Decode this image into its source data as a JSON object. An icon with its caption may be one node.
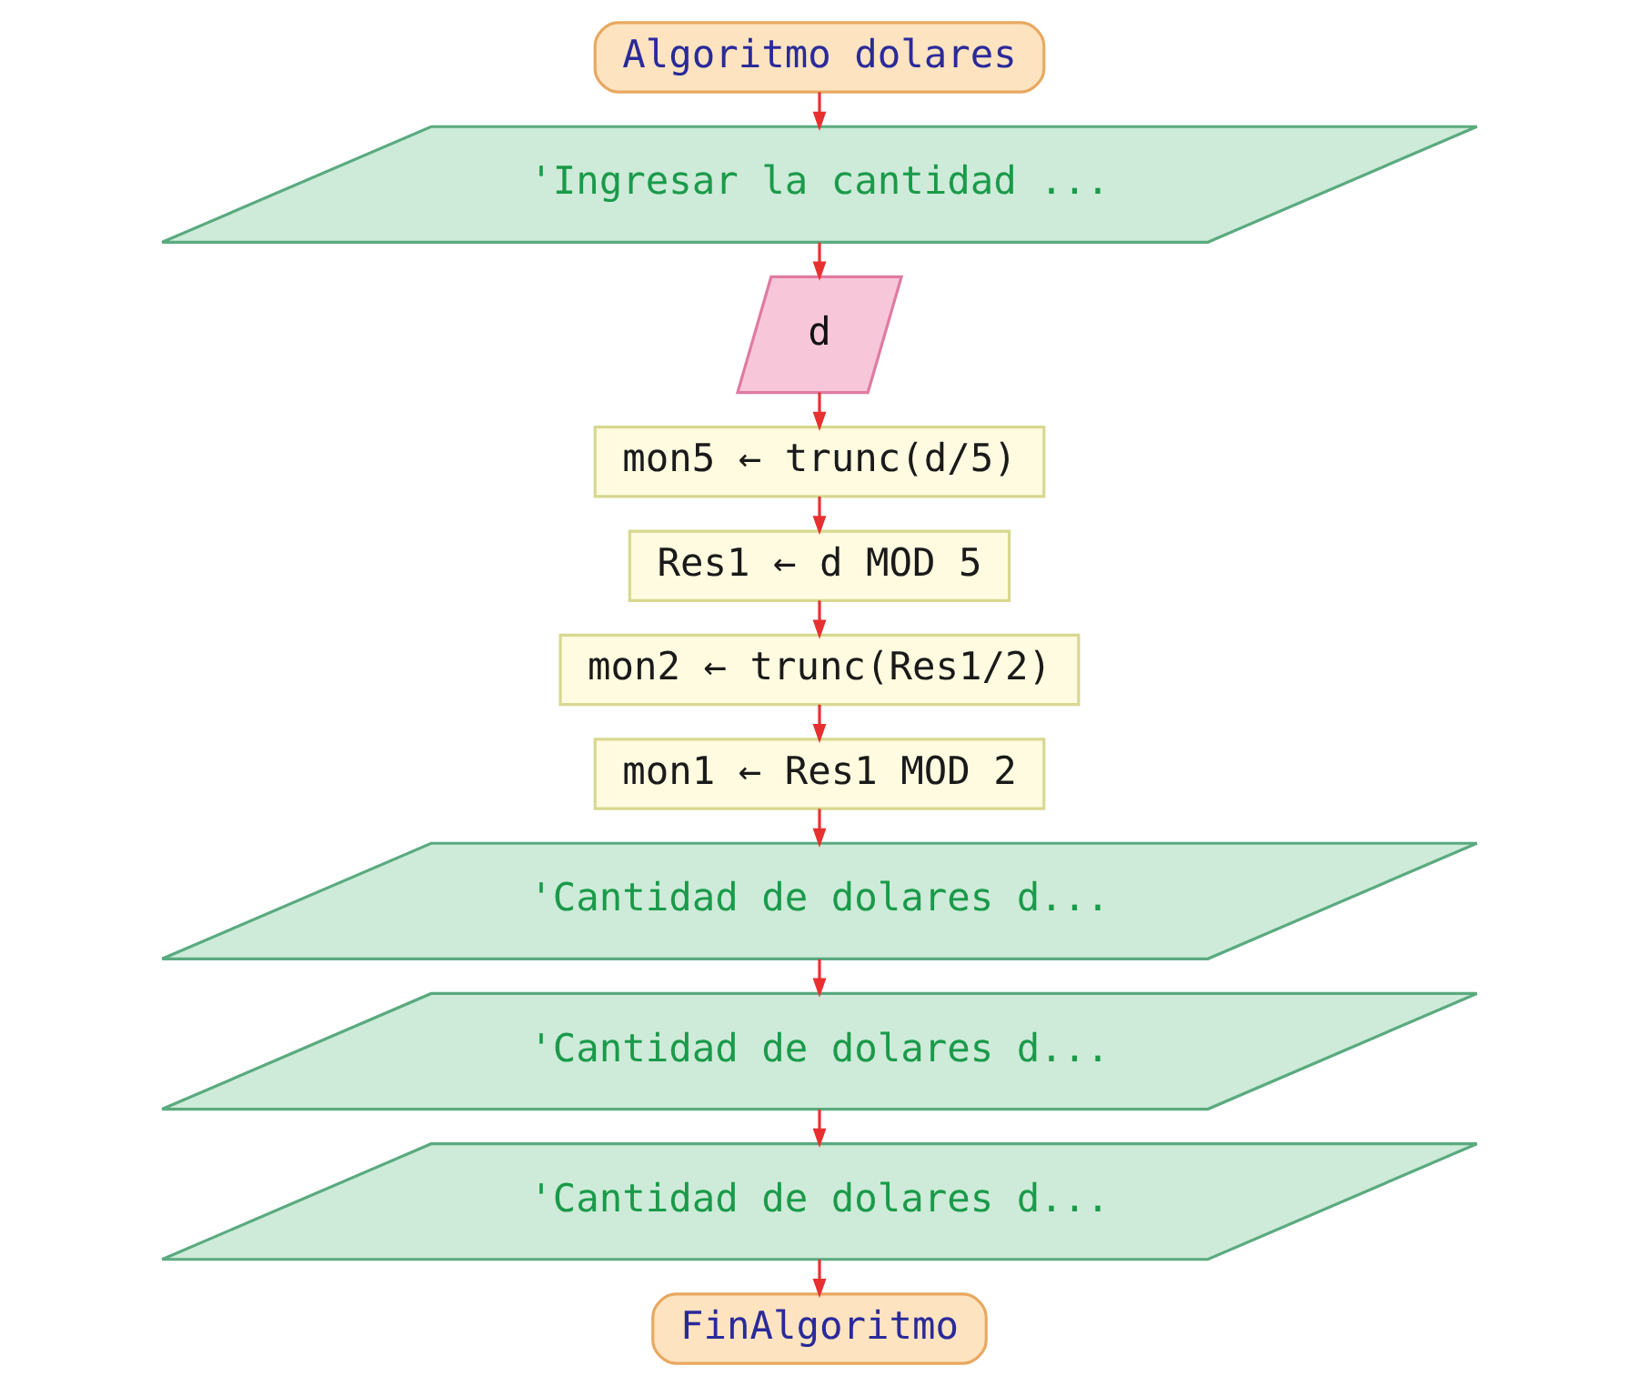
{
  "diagram": {
    "nodes": [
      {
        "text": [
          "Algoritmo dolares"
        ]
      },
      {
        "text": [
          "'Ingresar la cantidad ..."
        ]
      },
      {
        "text": [
          "d"
        ]
      },
      {
        "text": [
          "mon5 ← trunc(d/5)"
        ]
      },
      {
        "text": [
          "Res1 ← d MOD 5"
        ]
      },
      {
        "text": [
          "mon2 ← trunc(Res1/2)"
        ]
      },
      {
        "text": [
          "mon1 ← Res1 MOD 2"
        ]
      },
      {
        "text": [
          "'Cantidad de dolares d..."
        ]
      },
      {
        "text": [
          "'Cantidad de dolares d..."
        ]
      },
      {
        "text": [
          "'Cantidad de dolares d..."
        ]
      },
      {
        "text": [
          "FinAlgoritmo"
        ]
      }
    ],
    "edges": [
      {
        "from": 0,
        "to": 1,
        "arrow": "to"
      },
      {
        "from": 1,
        "to": 2,
        "arrow": "to"
      },
      {
        "from": 2,
        "to": 3,
        "arrow": "to"
      },
      {
        "from": 3,
        "to": 4,
        "arrow": "to"
      },
      {
        "from": 4,
        "to": 5,
        "arrow": "to"
      },
      {
        "from": 5,
        "to": 6,
        "arrow": "to"
      },
      {
        "from": 6,
        "to": 7,
        "arrow": "to"
      },
      {
        "from": 7,
        "to": 8,
        "arrow": "to"
      },
      {
        "from": 8,
        "to": 9,
        "arrow": "to"
      },
      {
        "from": 9,
        "to": 10,
        "arrow": "to"
      }
    ]
  }
}
